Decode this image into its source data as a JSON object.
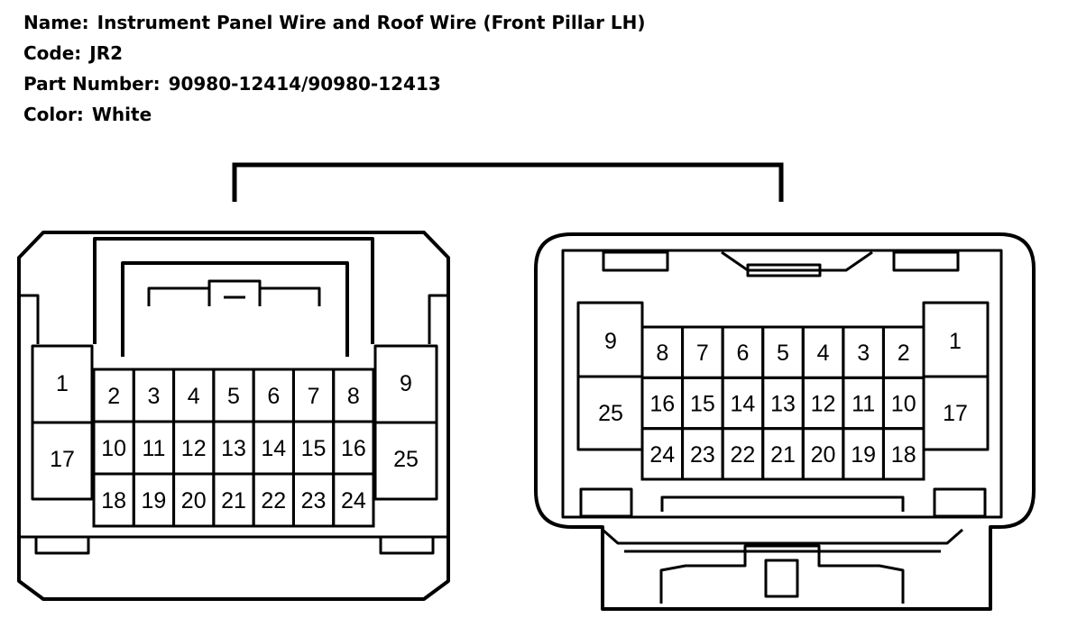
{
  "header": {
    "name_label": "Name:",
    "name_value": "Instrument Panel Wire and Roof Wire (Front Pillar LH)",
    "code_label": "Code:",
    "code_value": "JR2",
    "part_label": "Part Number:",
    "part_value": "90980-12414/90980-12413",
    "color_label": "Color:",
    "color_value": "White"
  },
  "connectors": {
    "left": {
      "row1": [
        "2",
        "3",
        "4",
        "5",
        "6",
        "7",
        "8"
      ],
      "row2": [
        "10",
        "11",
        "12",
        "13",
        "14",
        "15",
        "16"
      ],
      "row3": [
        "18",
        "19",
        "20",
        "21",
        "22",
        "23",
        "24"
      ],
      "side_left": [
        "1",
        "17"
      ],
      "side_right": [
        "9",
        "25"
      ]
    },
    "right": {
      "row1": [
        "8",
        "7",
        "6",
        "5",
        "4",
        "3",
        "2"
      ],
      "row2": [
        "16",
        "15",
        "14",
        "13",
        "12",
        "11",
        "10"
      ],
      "row3": [
        "24",
        "23",
        "22",
        "21",
        "20",
        "19",
        "18"
      ],
      "side_left": [
        "9",
        "25"
      ],
      "side_right": [
        "1",
        "17"
      ]
    }
  },
  "colors": {
    "line": "#000000",
    "background": "#ffffff"
  }
}
